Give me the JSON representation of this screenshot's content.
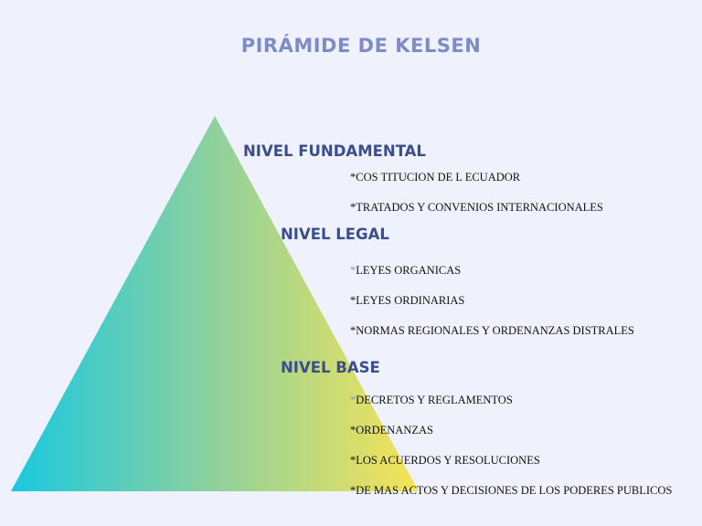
{
  "title": "PIRÁMIDE DE KELSEN",
  "colors": {
    "background": "#eff2fd",
    "title": "#7e8cc5",
    "heading": "#3c4d8f",
    "gradient_left": "#1ac8e0",
    "gradient_mid": "#8fd19d",
    "gradient_right": "#f7e356"
  },
  "levels": [
    {
      "heading": "NIVEL FUNDAMENTAL",
      "items": [
        {
          "bullet": "*",
          "text": "COS TITUCION DE L ECUADOR",
          "light": false
        },
        {
          "bullet": "*",
          "text": "TRATADOS Y CONVENIOS INTERNACIONALES",
          "light": false
        }
      ]
    },
    {
      "heading": "NIVEL LEGAL",
      "items": [
        {
          "bullet": "*",
          "text": "LEYES ORGANICAS",
          "light": true
        },
        {
          "bullet": "*",
          "text": "LEYES ORDINARIAS",
          "light": false
        },
        {
          "bullet": "*",
          "text": "NORMAS REGIONALES Y ORDENANZAS DISTRALES",
          "light": false
        }
      ]
    },
    {
      "heading": "NIVEL BASE",
      "items": [
        {
          "bullet": "*",
          "text": "DECRETOS Y REGLAMENTOS",
          "light": true
        },
        {
          "bullet": "*",
          "text": "ORDENANZAS",
          "light": false
        },
        {
          "bullet": "*",
          "text": "LOS ACUERDOS Y RESOLUCIONES",
          "light": false
        },
        {
          "bullet": "*",
          "text": "DE MAS ACTOS Y DECISIONES DE LOS PODERES  PUBLICOS",
          "light": false
        }
      ]
    }
  ]
}
